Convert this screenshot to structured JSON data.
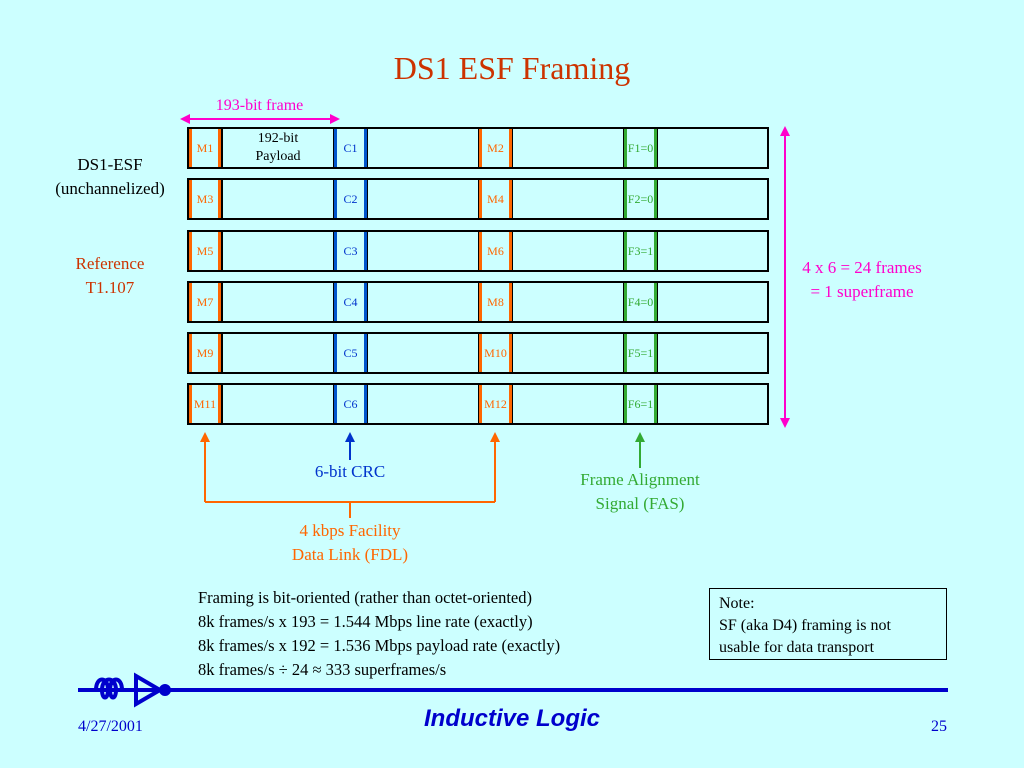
{
  "slide": {
    "title": "DS1 ESF Framing",
    "frame_label": "193-bit frame",
    "left_label_line1": "DS1-ESF",
    "left_label_line2": "(unchannelized)",
    "ref_line1": "Reference",
    "ref_line2": "T1.107",
    "payload_line1": "192-bit",
    "payload_line2": "Payload",
    "superframe_line1": "4 x 6 = 24 frames",
    "superframe_line2": "= 1 superframe",
    "crc_label": "6-bit CRC",
    "fas_line1": "Frame Alignment",
    "fas_line2": "Signal (FAS)",
    "fdl_line1": "4 kbps Facility",
    "fdl_line2": "Data Link (FDL)",
    "notes": [
      "Framing is bit-oriented (rather than octet-oriented)",
      "8k frames/s x 193 = 1.544 Mbps line rate (exactly)",
      "8k frames/s x 192 = 1.536 Mbps payload rate (exactly)",
      "8k frames/s ÷ 24 ≈ 333 superframes/s"
    ],
    "note_title": "Note:",
    "note_line1": "SF (aka D4) framing is not",
    "note_line2": "usable for data transport"
  },
  "rows": [
    {
      "m1": "M1",
      "c": "C1",
      "m2": "M2",
      "f": "F1=0"
    },
    {
      "m1": "M3",
      "c": "C2",
      "m2": "M4",
      "f": "F2=0"
    },
    {
      "m1": "M5",
      "c": "C3",
      "m2": "M6",
      "f": "F3=1"
    },
    {
      "m1": "M7",
      "c": "C4",
      "m2": "M8",
      "f": "F4=0"
    },
    {
      "m1": "M9",
      "c": "C5",
      "m2": "M10",
      "f": "F5=1"
    },
    {
      "m1": "M11",
      "c": "C6",
      "m2": "M12",
      "f": "F6=1"
    }
  ],
  "footer": {
    "brand": "Inductive Logic",
    "date": "4/27/2001",
    "page": "25"
  },
  "colors": {
    "title": "#cc3300",
    "m_bits": "#ff6600",
    "crc": "#0033cc",
    "fas": "#33aa33",
    "magenta": "#ff00cc",
    "footer_blue": "#0000cc"
  }
}
